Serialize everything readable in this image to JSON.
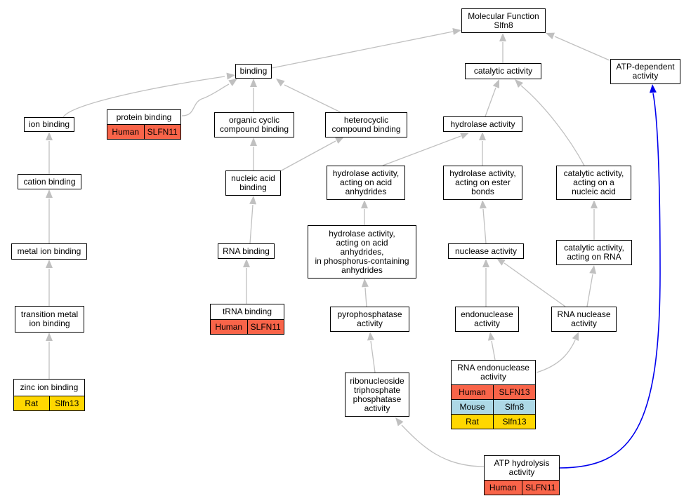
{
  "colors": {
    "human": "#f96449",
    "mouse": "#add8e6",
    "rat": "#ffd700",
    "edge": "#c0c0c0",
    "special_edge": "#0000ee"
  },
  "nodes": {
    "molecular_function": [
      "Molecular Function",
      "Slfn8"
    ],
    "binding": [
      "binding"
    ],
    "catalytic_activity": [
      "catalytic activity"
    ],
    "atp_dependent_activity": [
      "ATP-dependent",
      "activity"
    ],
    "ion_binding": [
      "ion binding"
    ],
    "protein_binding": [
      "protein binding"
    ],
    "organic_cyclic_compound_binding": [
      "organic cyclic",
      "compound binding"
    ],
    "heterocyclic_compound_binding": [
      "heterocyclic",
      "compound binding"
    ],
    "hydrolase_activity": [
      "hydrolase activity"
    ],
    "cation_binding": [
      "cation binding"
    ],
    "nucleic_acid_binding": [
      "nucleic acid",
      "binding"
    ],
    "hydrolase_acid_anhydrides": [
      "hydrolase activity,",
      "acting on acid",
      "anhydrides"
    ],
    "hydrolase_ester_bonds": [
      "hydrolase activity,",
      "acting on ester",
      "bonds"
    ],
    "catalytic_nucleic_acid": [
      "catalytic activity,",
      "acting on a",
      "nucleic acid"
    ],
    "metal_ion_binding": [
      "metal ion binding"
    ],
    "rna_binding": [
      "RNA binding"
    ],
    "hydrolase_phosphorus_anhydrides": [
      "hydrolase activity,",
      "acting on acid",
      "anhydrides,",
      "in phosphorus-containing",
      "anhydrides"
    ],
    "nuclease_activity": [
      "nuclease activity"
    ],
    "catalytic_rna": [
      "catalytic activity,",
      "acting on RNA"
    ],
    "transition_metal_ion_binding": [
      "transition metal",
      "ion binding"
    ],
    "trna_binding": [
      "tRNA binding"
    ],
    "pyrophosphatase_activity": [
      "pyrophosphatase",
      "activity"
    ],
    "endonuclease_activity": [
      "endonuclease",
      "activity"
    ],
    "rna_nuclease_activity": [
      "RNA nuclease",
      "activity"
    ],
    "zinc_ion_binding": [
      "zinc ion binding"
    ],
    "rna_endonuclease_activity": [
      "RNA endonuclease",
      "activity"
    ],
    "ribonucleoside_triphosphate_phosphatase": [
      "ribonucleoside",
      "triphosphate",
      "phosphatase",
      "activity"
    ],
    "atp_hydrolysis_activity": [
      "ATP hydrolysis",
      "activity"
    ]
  },
  "annotations": {
    "protein_binding": [
      {
        "species": "Human",
        "gene": "SLFN11"
      }
    ],
    "trna_binding": [
      {
        "species": "Human",
        "gene": "SLFN11"
      }
    ],
    "zinc_ion_binding": [
      {
        "species": "Rat",
        "gene": "Slfn13"
      }
    ],
    "rna_endonuclease_activity": [
      {
        "species": "Human",
        "gene": "SLFN13"
      },
      {
        "species": "Mouse",
        "gene": "Slfn8"
      },
      {
        "species": "Rat",
        "gene": "Slfn13"
      }
    ],
    "atp_hydrolysis_activity": [
      {
        "species": "Human",
        "gene": "SLFN11"
      }
    ]
  },
  "edges": [
    [
      "binding",
      "molecular_function"
    ],
    [
      "catalytic_activity",
      "molecular_function"
    ],
    [
      "atp_dependent_activity",
      "molecular_function"
    ],
    [
      "ion_binding",
      "binding"
    ],
    [
      "protein_binding",
      "binding"
    ],
    [
      "organic_cyclic_compound_binding",
      "binding"
    ],
    [
      "heterocyclic_compound_binding",
      "binding"
    ],
    [
      "hydrolase_activity",
      "catalytic_activity"
    ],
    [
      "catalytic_nucleic_acid",
      "catalytic_activity"
    ],
    [
      "cation_binding",
      "ion_binding"
    ],
    [
      "nucleic_acid_binding",
      "organic_cyclic_compound_binding"
    ],
    [
      "nucleic_acid_binding",
      "heterocyclic_compound_binding"
    ],
    [
      "hydrolase_acid_anhydrides",
      "hydrolase_activity"
    ],
    [
      "hydrolase_ester_bonds",
      "hydrolase_activity"
    ],
    [
      "metal_ion_binding",
      "cation_binding"
    ],
    [
      "rna_binding",
      "nucleic_acid_binding"
    ],
    [
      "hydrolase_phosphorus_anhydrides",
      "hydrolase_acid_anhydrides"
    ],
    [
      "nuclease_activity",
      "hydrolase_ester_bonds"
    ],
    [
      "catalytic_rna",
      "catalytic_nucleic_acid"
    ],
    [
      "transition_metal_ion_binding",
      "metal_ion_binding"
    ],
    [
      "trna_binding",
      "rna_binding"
    ],
    [
      "pyrophosphatase_activity",
      "hydrolase_phosphorus_anhydrides"
    ],
    [
      "endonuclease_activity",
      "nuclease_activity"
    ],
    [
      "rna_nuclease_activity",
      "nuclease_activity"
    ],
    [
      "rna_nuclease_activity",
      "catalytic_rna"
    ],
    [
      "zinc_ion_binding",
      "transition_metal_ion_binding"
    ],
    [
      "rna_endonuclease_activity",
      "endonuclease_activity"
    ],
    [
      "rna_endonuclease_activity",
      "rna_nuclease_activity"
    ],
    [
      "ribonucleoside_triphosphate_phosphatase",
      "pyrophosphatase_activity"
    ],
    [
      "atp_hydrolysis_activity",
      "ribonucleoside_triphosphate_phosphatase"
    ],
    [
      "atp_hydrolysis_activity",
      "atp_dependent_activity"
    ]
  ],
  "special_edges": [
    [
      "atp_hydrolysis_activity",
      "atp_dependent_activity"
    ]
  ]
}
